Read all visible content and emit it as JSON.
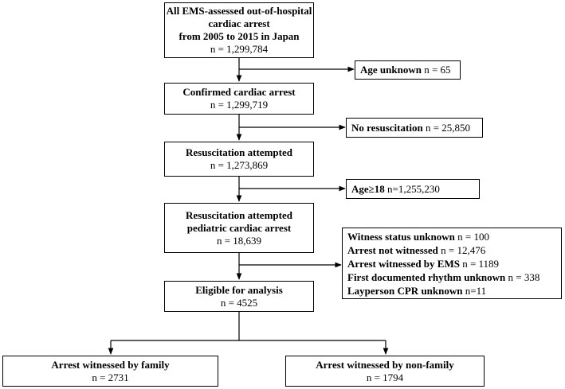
{
  "flowchart": {
    "boxes": {
      "all_ohca": {
        "bold_lines": [
          "All EMS-assessed out-of-hospital",
          "cardiac arrest",
          "from 2005 to 2015 in Japan"
        ],
        "count": "n = 1,299,784"
      },
      "age_unknown": {
        "bold": "Age unknown",
        "rest": " n = 65"
      },
      "confirmed": {
        "bold": "Confirmed cardiac arrest",
        "count": "n = 1,299,719"
      },
      "no_resus": {
        "bold": "No resuscitation",
        "rest": " n = 25,850"
      },
      "resus": {
        "bold": "Resuscitation attempted",
        "count": "n = 1,273,869"
      },
      "adult": {
        "bold": "Age≥18",
        "rest": " n=1,255,230"
      },
      "pediatric": {
        "bold_lines": [
          "Resuscitation attempted",
          "pediatric cardiac arrest"
        ],
        "count": "n = 18,639"
      },
      "exclusions": [
        {
          "bold": "Witness status unknown",
          "rest": " n = 100"
        },
        {
          "bold": "Arrest not witnessed",
          "rest": " n = 12,476"
        },
        {
          "bold": "Arrest witnessed by EMS",
          "rest": " n = 1189"
        },
        {
          "bold": "First documented rhythm unknown",
          "rest": " n = 338"
        },
        {
          "bold": "Layperson CPR unknown",
          "rest": " n=11"
        }
      ],
      "eligible": {
        "bold": "Eligible for analysis",
        "count": "n = 4525"
      },
      "family": {
        "bold": "Arrest witnessed by family",
        "count": "n = 2731"
      },
      "nonfamily": {
        "bold": "Arrest witnessed by non-family",
        "count": "n = 1794"
      }
    }
  }
}
